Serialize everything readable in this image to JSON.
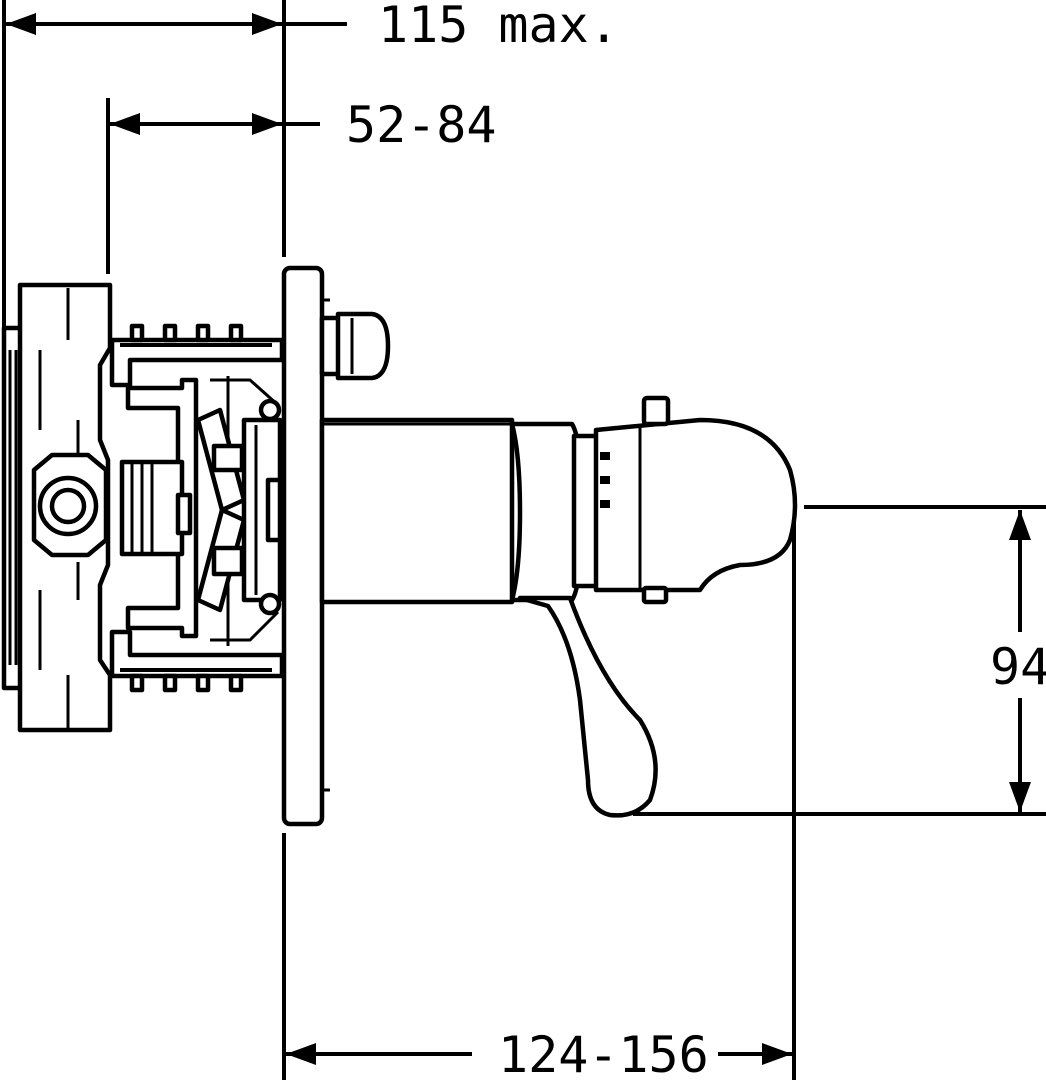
{
  "dimensions": {
    "overall_depth": "115 max.",
    "wall_depth": "52-84",
    "projection": "124-156",
    "height": "94"
  }
}
